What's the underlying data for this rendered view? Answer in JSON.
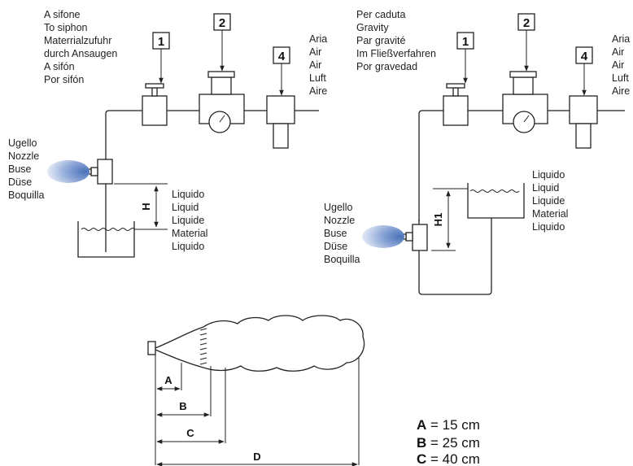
{
  "siphon": {
    "title_lines": [
      "A sifone",
      "To siphon",
      "Materrialzufuhr",
      "durch Ansaugen",
      "A sifón",
      "Por sifón"
    ],
    "air_lines": [
      "Aria",
      "Air",
      "Air",
      "Luft",
      "Aire"
    ],
    "nozzle_lines": [
      "Ugello",
      "Nozzle",
      "Buse",
      "Düse",
      "Boquilla"
    ],
    "liquid_lines": [
      "Liquido",
      "Liquid",
      "Liquide",
      "Material",
      "Liquido"
    ],
    "height_label": "H",
    "boxes": [
      "1",
      "2",
      "4"
    ]
  },
  "gravity": {
    "title_lines": [
      "Per caduta",
      "Gravity",
      "Par gravité",
      "Im Fließverfahren",
      "Por gravedad"
    ],
    "air_lines": [
      "Aria",
      "Air",
      "Air",
      "Luft",
      "Aire"
    ],
    "nozzle_lines": [
      "Ugello",
      "Nozzle",
      "Buse",
      "Düse",
      "Boquilla"
    ],
    "liquid_lines": [
      "Liquido",
      "Liquid",
      "Liquide",
      "Material",
      "Liquido"
    ],
    "height_label": "H1",
    "boxes": [
      "1",
      "2",
      "4"
    ]
  },
  "spray": {
    "dims": [
      "A",
      "B",
      "C",
      "D"
    ],
    "legend": [
      {
        "key": "A",
        "text": " = 15 cm"
      },
      {
        "key": "B",
        "text": " = 25 cm"
      },
      {
        "key": "C",
        "text": " = 40 cm"
      }
    ]
  },
  "colors": {
    "line": "#222222",
    "spray_light": "#dfe8f6",
    "spray_dark": "#4a72b8"
  }
}
